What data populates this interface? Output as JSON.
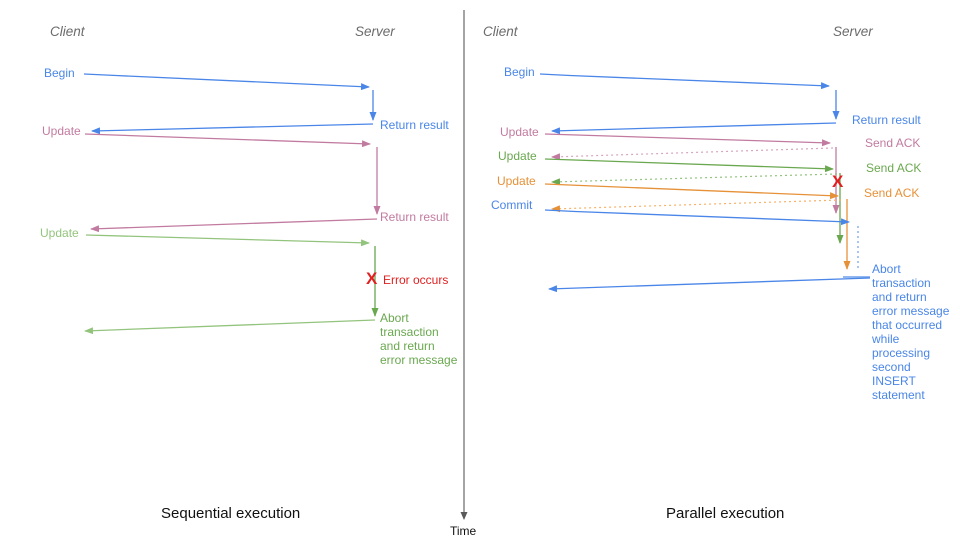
{
  "colors": {
    "blue": "#4a86e8",
    "light_blue": "#6d9eeb",
    "pink": "#c27ba0",
    "light_pink": "#d5a6bd",
    "green": "#6aa84f",
    "light_green": "#93c47d",
    "orange": "#e69138",
    "light_orange": "#f6b26b",
    "red": "#e01f1f",
    "header_gray": "#6b6b6b",
    "axis_gray": "#595959"
  },
  "time_axis": {
    "label": "Time"
  },
  "sequential": {
    "caption": "Sequential execution",
    "client_header": "Client",
    "server_header": "Server",
    "begin_label": "Begin",
    "begin_return_label": "Return result",
    "update1_label": "Update",
    "update1_return_label": "Return result",
    "update2_label": "Update",
    "error_mark": "X",
    "error_label": "Error occurs",
    "abort_label": "Abort transaction and return error message"
  },
  "parallel": {
    "caption": "Parallel execution",
    "client_header": "Client",
    "server_header": "Server",
    "begin_label": "Begin",
    "begin_return_label": "Return result",
    "update1_label": "Update",
    "ack1_label": "Send ACK",
    "update2_label": "Update",
    "ack2_label": "Send ACK",
    "update3_label": "Update",
    "ack3_label": "Send ACK",
    "commit_label": "Commit",
    "error_mark": "X",
    "abort_label": "Abort transaction and return error message that occurred while processing second INSERT statement"
  }
}
